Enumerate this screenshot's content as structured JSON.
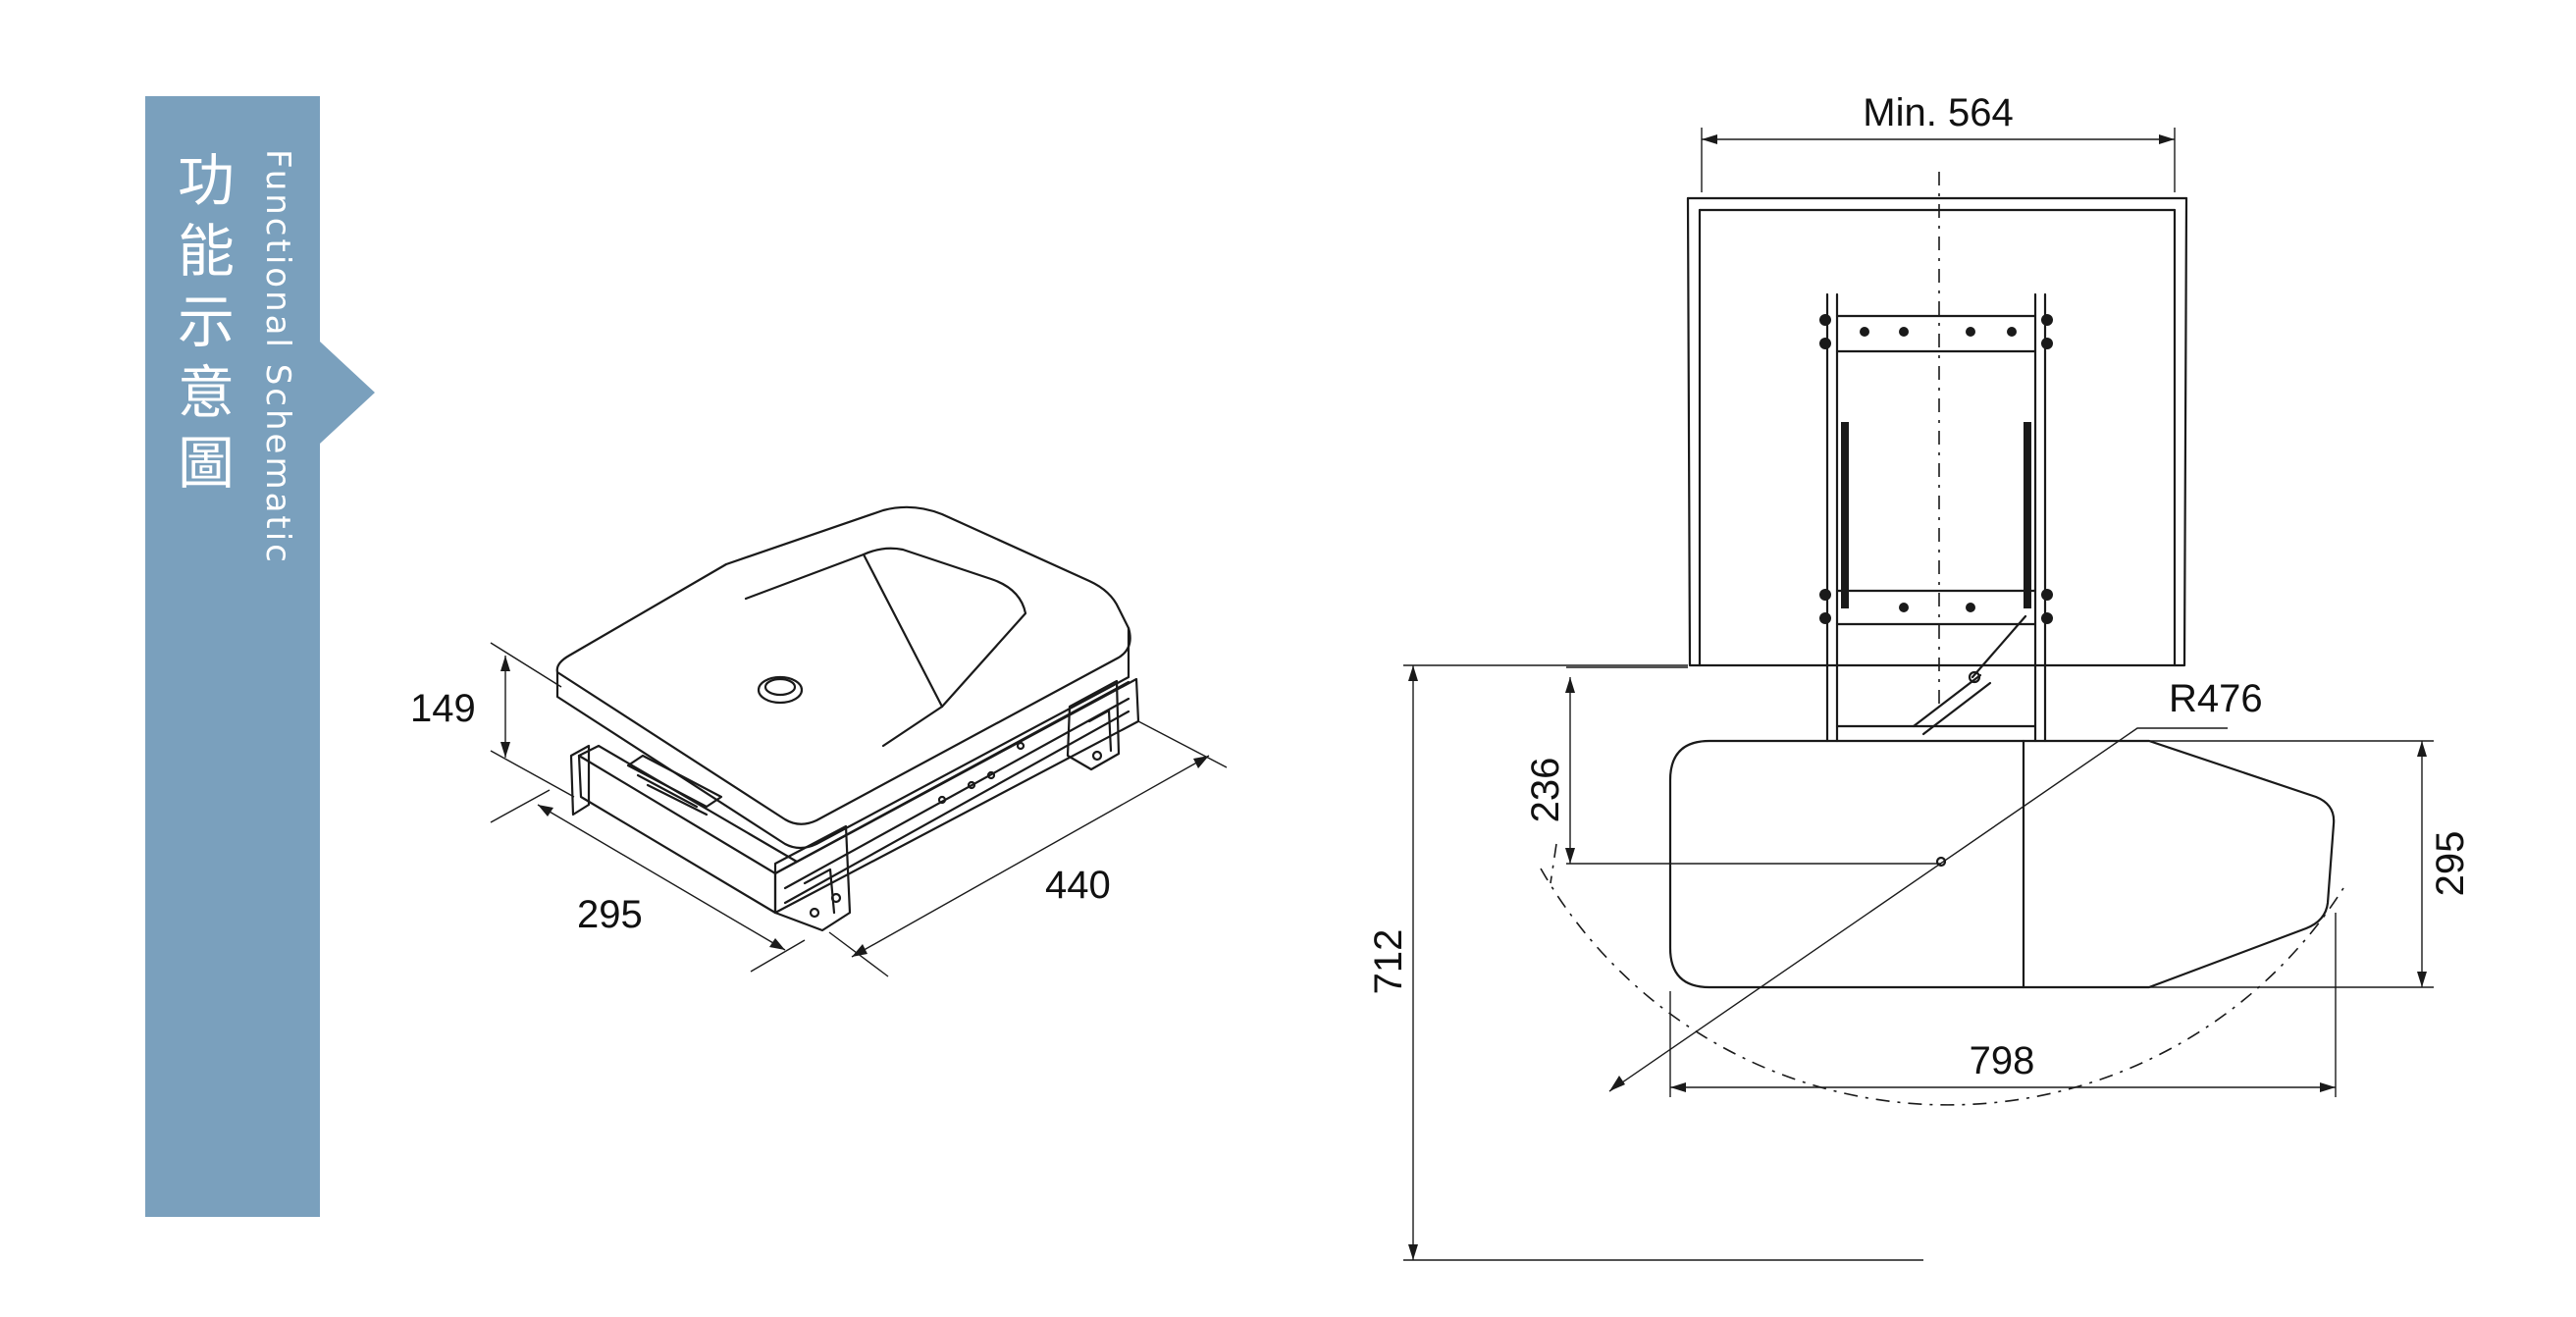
{
  "banner": {
    "title_zh": "功能示意圖",
    "title_en": "Functional Schematic",
    "color": "#7aa0bd"
  },
  "iso_view": {
    "dimensions": {
      "height": "149",
      "depth": "295",
      "width": "440"
    }
  },
  "plan_view": {
    "dimensions": {
      "cabinet_width": "Min. 564",
      "radius": "R476",
      "offset": "236",
      "total_depth": "712",
      "board_width": "295",
      "board_length": "798"
    }
  }
}
